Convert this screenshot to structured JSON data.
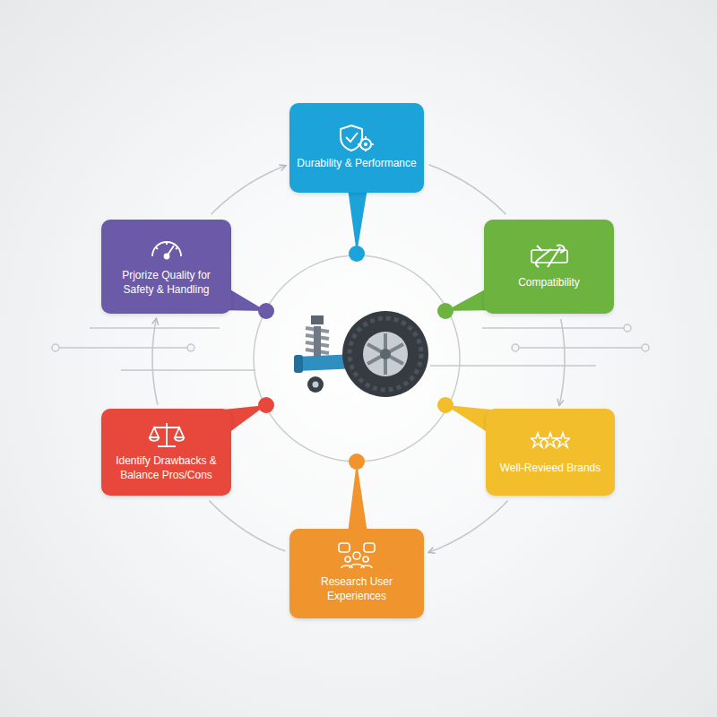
{
  "diagram": {
    "nodes": [
      {
        "text": [
          "Durability & Performance"
        ]
      },
      {
        "text": [
          "Compatibility"
        ]
      },
      {
        "text": [
          "Well-Revieed Brands"
        ]
      },
      {
        "text": [
          "Research User Experiences"
        ]
      },
      {
        "text": [
          "Identify Drawbacks & Balance Pros/Cons"
        ]
      },
      {
        "text": [
          "Prjorize Quality for Safety & Handling"
        ]
      }
    ],
    "edges": [
      {
        "from": 5,
        "to": 0,
        "arrow": "to"
      },
      {
        "from": 0,
        "to": 1,
        "arrow": "none"
      },
      {
        "from": 1,
        "to": 2,
        "arrow": "to"
      },
      {
        "from": 2,
        "to": 3,
        "arrow": "to"
      },
      {
        "from": 3,
        "to": 4,
        "arrow": "none"
      },
      {
        "from": 4,
        "to": 5,
        "arrow": "to"
      }
    ]
  }
}
